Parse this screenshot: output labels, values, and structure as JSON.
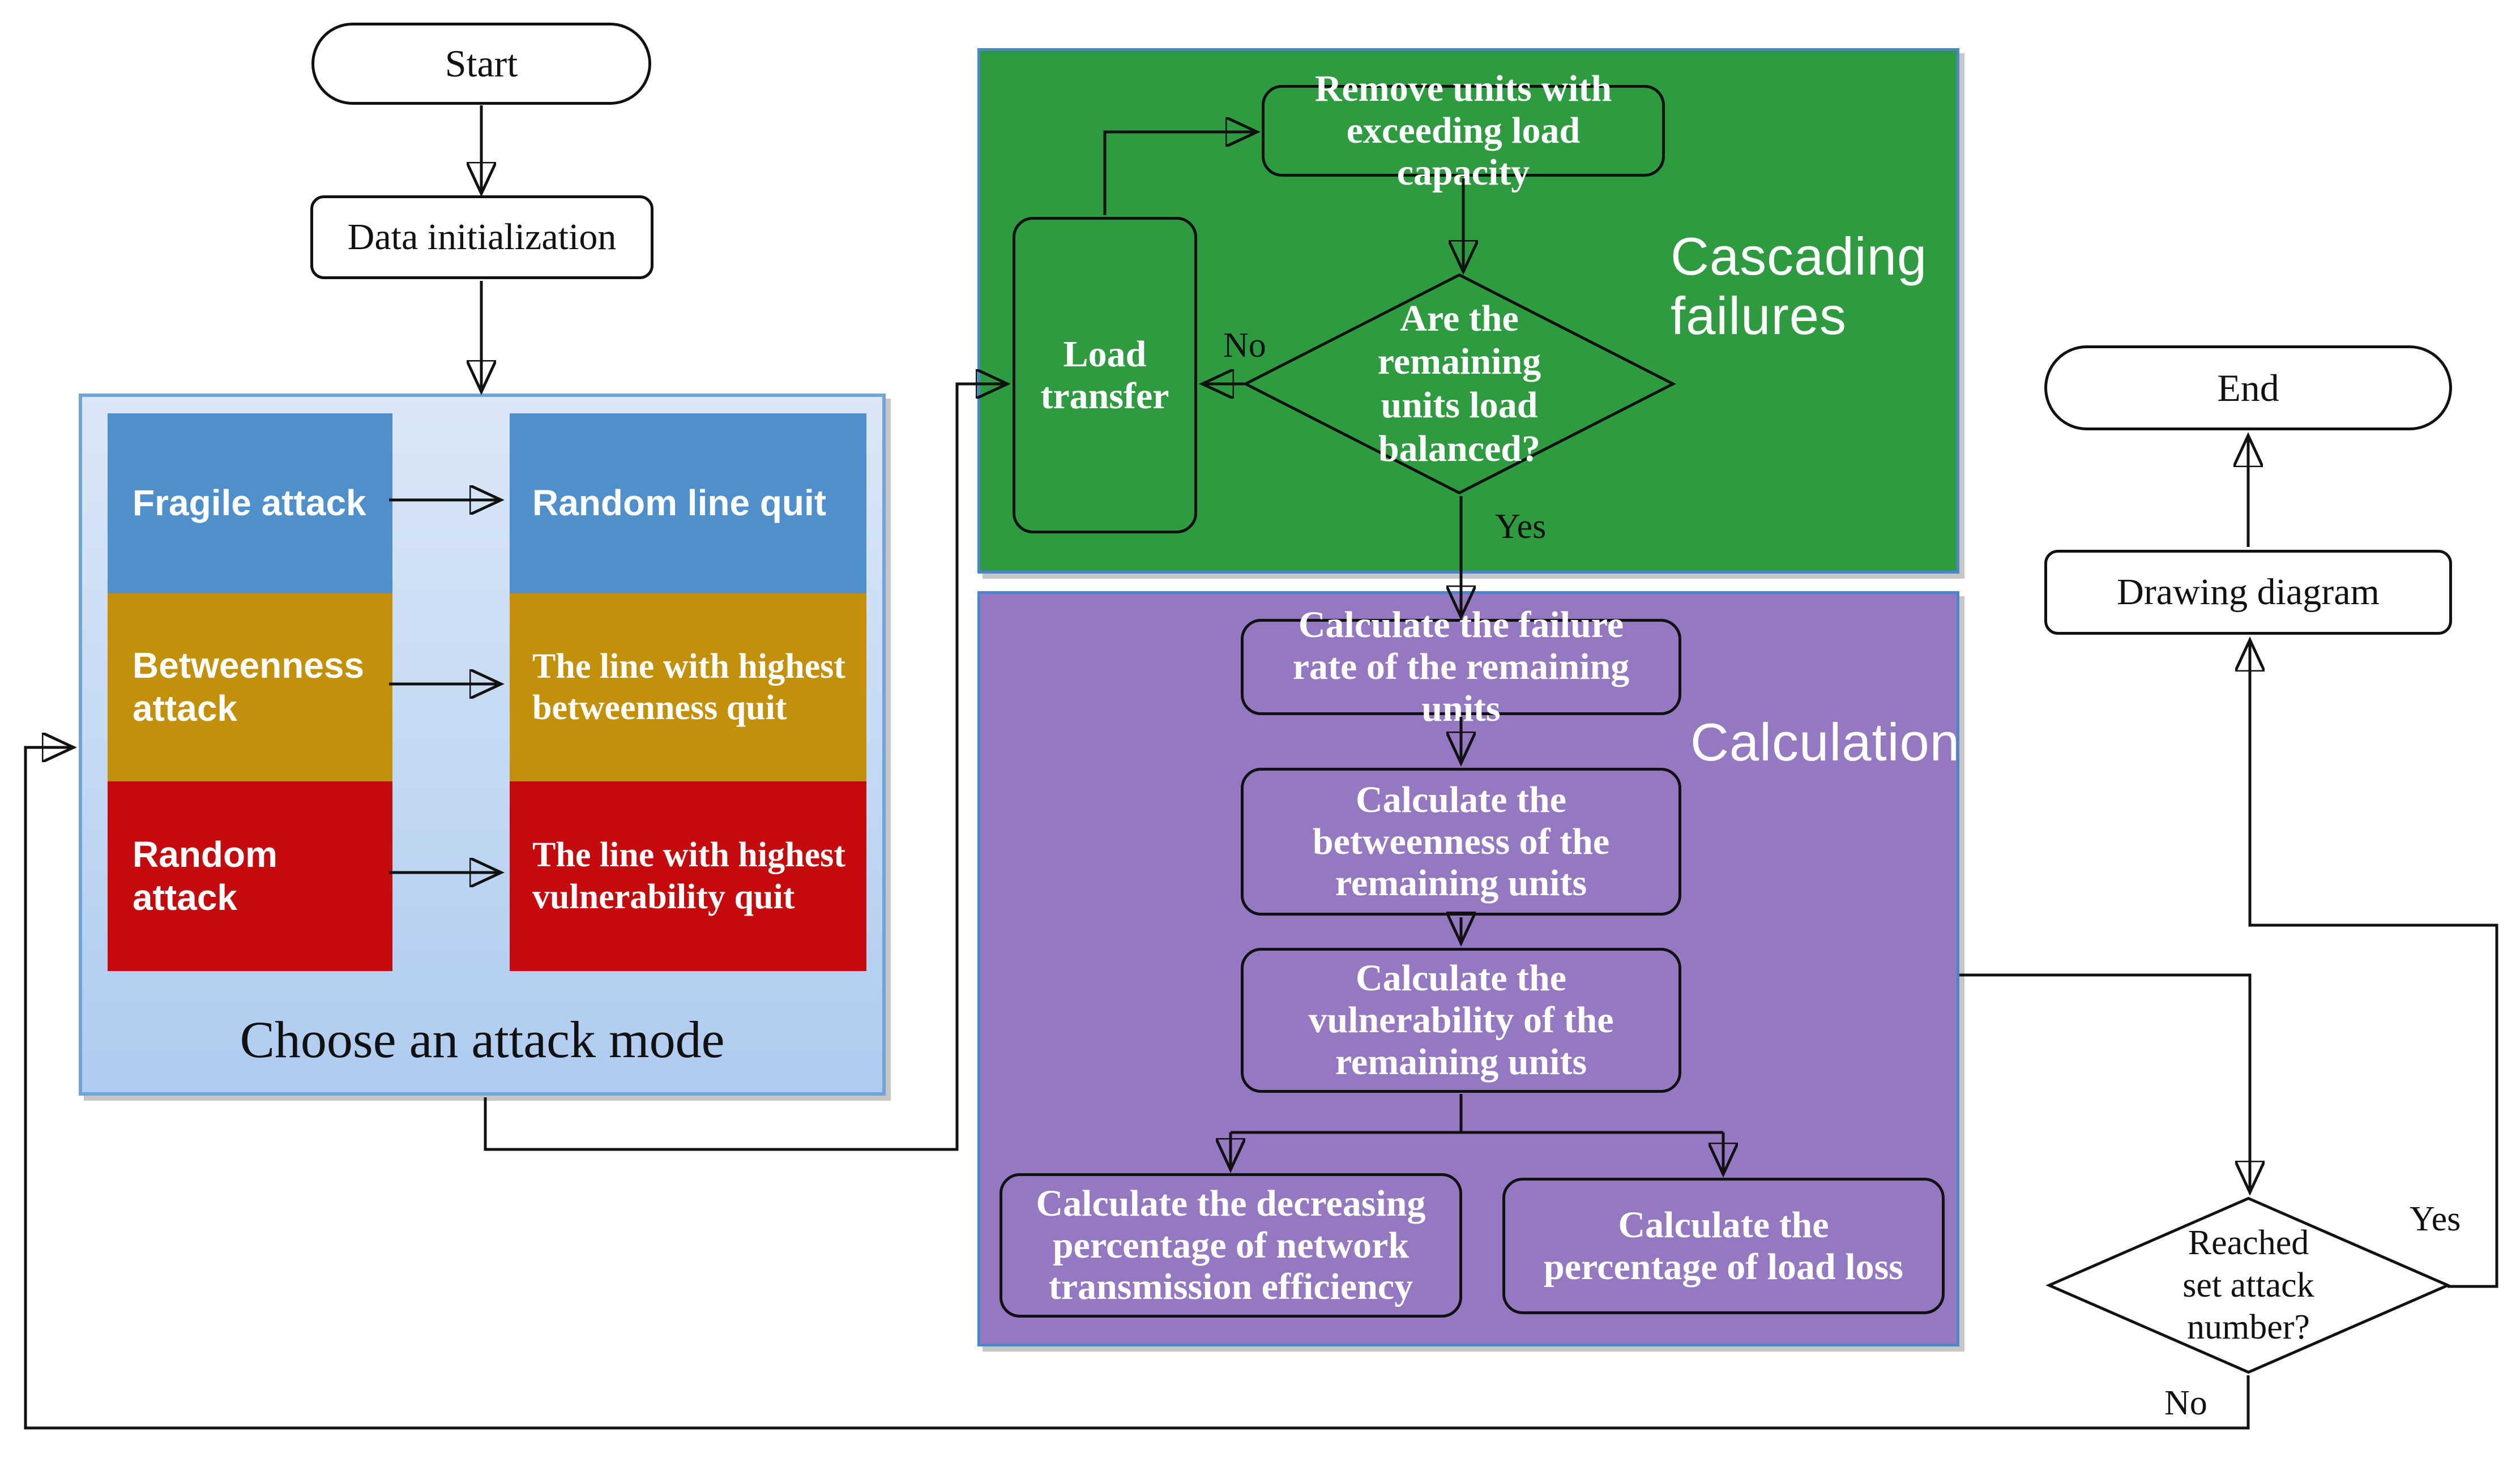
{
  "colors": {
    "green_zone": "#2f9b40",
    "purple_zone": "#9478c1",
    "zone_border_blue": "#4a86c8",
    "attack_panel_border": "#6fa3da",
    "attack_panel_fill_top": "#dbe7f7",
    "attack_panel_fill_bottom": "#aecbf0",
    "cell_blue": "#4f8fcb",
    "cell_gold": "#c2900a",
    "cell_red": "#c40a0c",
    "connector": "#111111",
    "node_text_white": "#ffffff",
    "node_text_black": "#111111"
  },
  "nodes": {
    "start": "Start",
    "data_init": "Data initialization",
    "end": "End",
    "drawing": "Drawing diagram"
  },
  "attack_box": {
    "title": "Choose an attack mode",
    "left_column": [
      "Fragile attack",
      "Betweenness attack",
      "Random attack"
    ],
    "right_column": [
      "Random line quit",
      "The line with highest betweenness quit",
      "The line with highest vulnerability quit"
    ]
  },
  "cascading": {
    "label": "Cascading failures",
    "remove_units": "Remove units with exceeding load capacity",
    "load_transfer": "Load transfer",
    "balance_diamond": "Are the remaining units load balanced?",
    "no_label": "No",
    "yes_label": "Yes"
  },
  "calculation": {
    "label": "Calculation",
    "failure_rate": "Calculate the failure rate of the remaining units",
    "betweenness": "Calculate the betweenness of the remaining units",
    "vulnerability": "Calculate the vulnerability of the remaining units",
    "efficiency": "Calculate the decreasing percentage of network transmission efficiency",
    "load_loss": "Calculate the percentage of load loss"
  },
  "decision": {
    "question": "Reached set attack number?",
    "yes_label": "Yes",
    "no_label": "No"
  }
}
